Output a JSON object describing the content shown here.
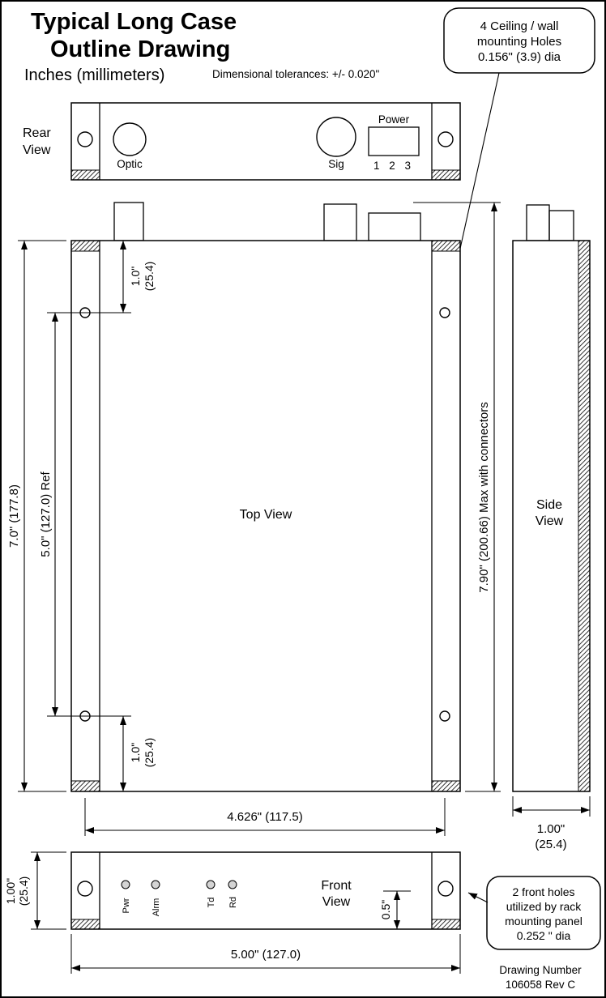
{
  "title": {
    "line1": "Typical Long Case",
    "line2": "Outline Drawing",
    "units": "Inches (millimeters)",
    "tolerance": "Dimensional tolerances: +/- 0.020\""
  },
  "callouts": {
    "mounting_holes": {
      "line1": "4 Ceiling / wall",
      "line2": "mounting Holes",
      "line3": "0.156\" (3.9) dia"
    },
    "front_holes": {
      "line1": "2 front holes",
      "line2": "utilized by rack",
      "line3": "mounting panel",
      "line4": "0.252 \" dia"
    }
  },
  "rear_view": {
    "label_line1": "Rear",
    "label_line2": "View",
    "optic_label": "Optic",
    "sig_label": "Sig",
    "power_label": "Power",
    "power_pins": "1 2 3"
  },
  "top_view": {
    "label": "Top View"
  },
  "side_view": {
    "label_line1": "Side",
    "label_line2": "View"
  },
  "front_view": {
    "label_line1": "Front",
    "label_line2": "View",
    "leds": [
      "Pwr",
      "Alrm",
      "Td",
      "Rd"
    ]
  },
  "dimensions": {
    "overall_height": "7.0\"  (177.8)",
    "hole_spacing_vertical": "5.0\"  (127.0) Ref",
    "hole_offset_top_in": "1.0\"",
    "hole_offset_top_mm": "(25.4)",
    "hole_offset_bottom_in": "1.0\"",
    "hole_offset_bottom_mm": "(25.4)",
    "max_height_connectors": "7.90\" (200.66) Max with connectors",
    "hole_spacing_horizontal": "4.626\" (117.5)",
    "side_width_in": "1.00\"",
    "side_width_mm": "(25.4)",
    "front_height_in": "1.00\"",
    "front_height_mm": "(25.4)",
    "led_height": "0.5\"",
    "front_width": "5.00\" (127.0)"
  },
  "footer": {
    "line1": "Drawing Number",
    "line2": "106058 Rev C"
  }
}
